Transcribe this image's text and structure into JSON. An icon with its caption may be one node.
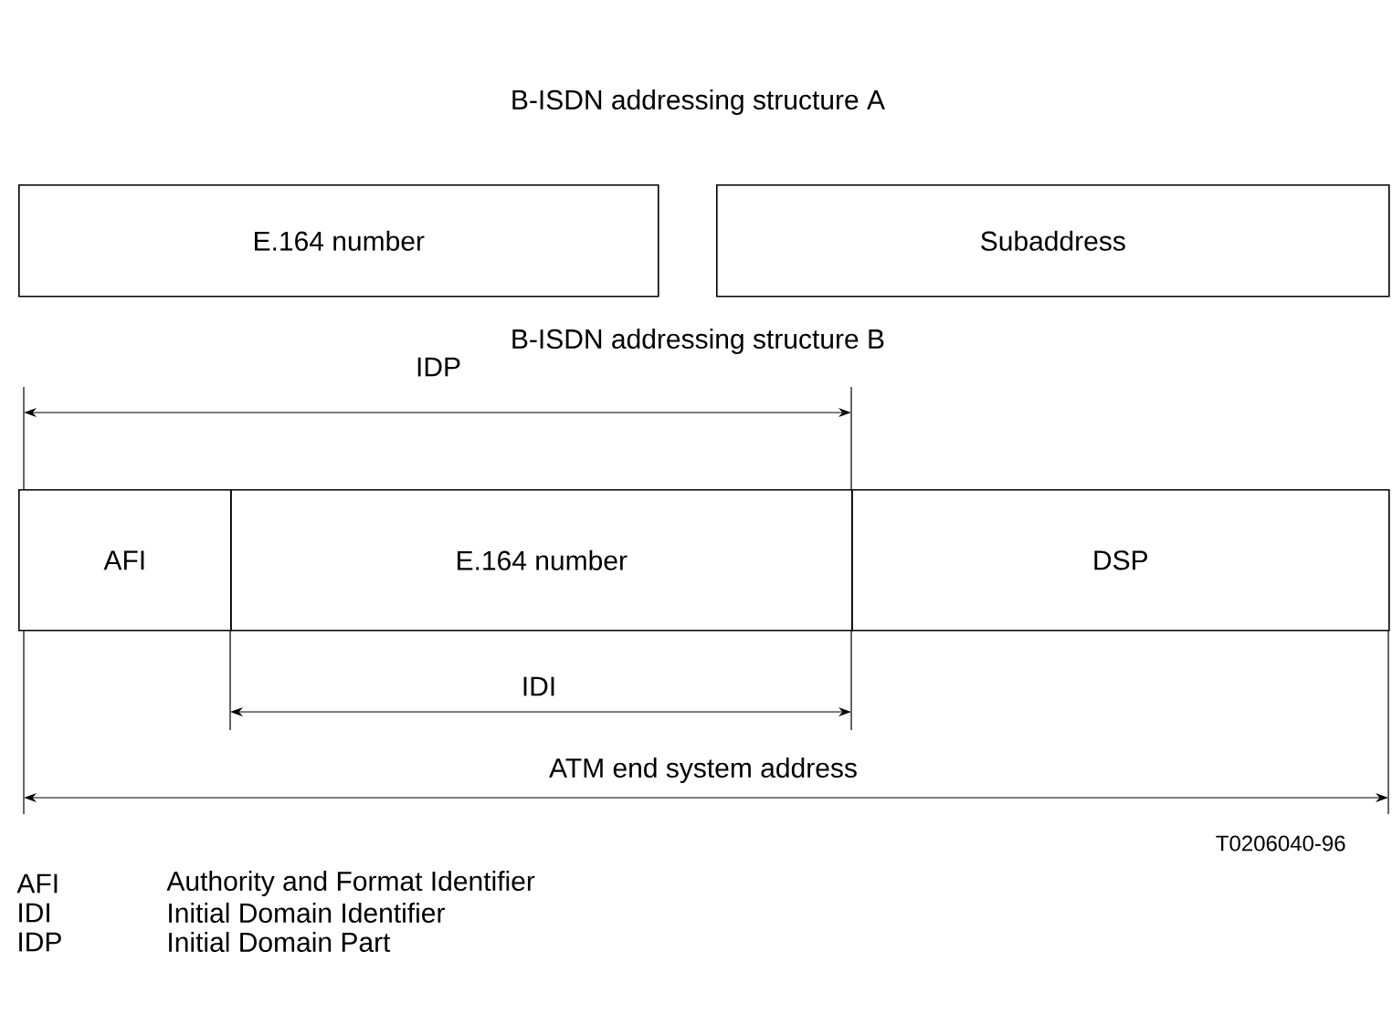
{
  "diagram": {
    "nodes": [
      {
        "text": [
          "E.164 number"
        ]
      },
      {
        "text": [
          "Subaddress"
        ]
      },
      {
        "text": [
          "AFI"
        ]
      },
      {
        "text": [
          "E.164 number"
        ]
      },
      {
        "text": [
          "DSP"
        ]
      }
    ],
    "edges": [],
    "labels": [
      "B-ISDN addressing structure A",
      "B-ISDN addressing structure B",
      "IDP",
      "IDI",
      "ATM end system address",
      "T0206040-96",
      "AFI",
      "Authority and Format Identifier",
      "IDI",
      "Initial Domain Identifier",
      "IDP",
      "Initial Domain Part"
    ]
  }
}
